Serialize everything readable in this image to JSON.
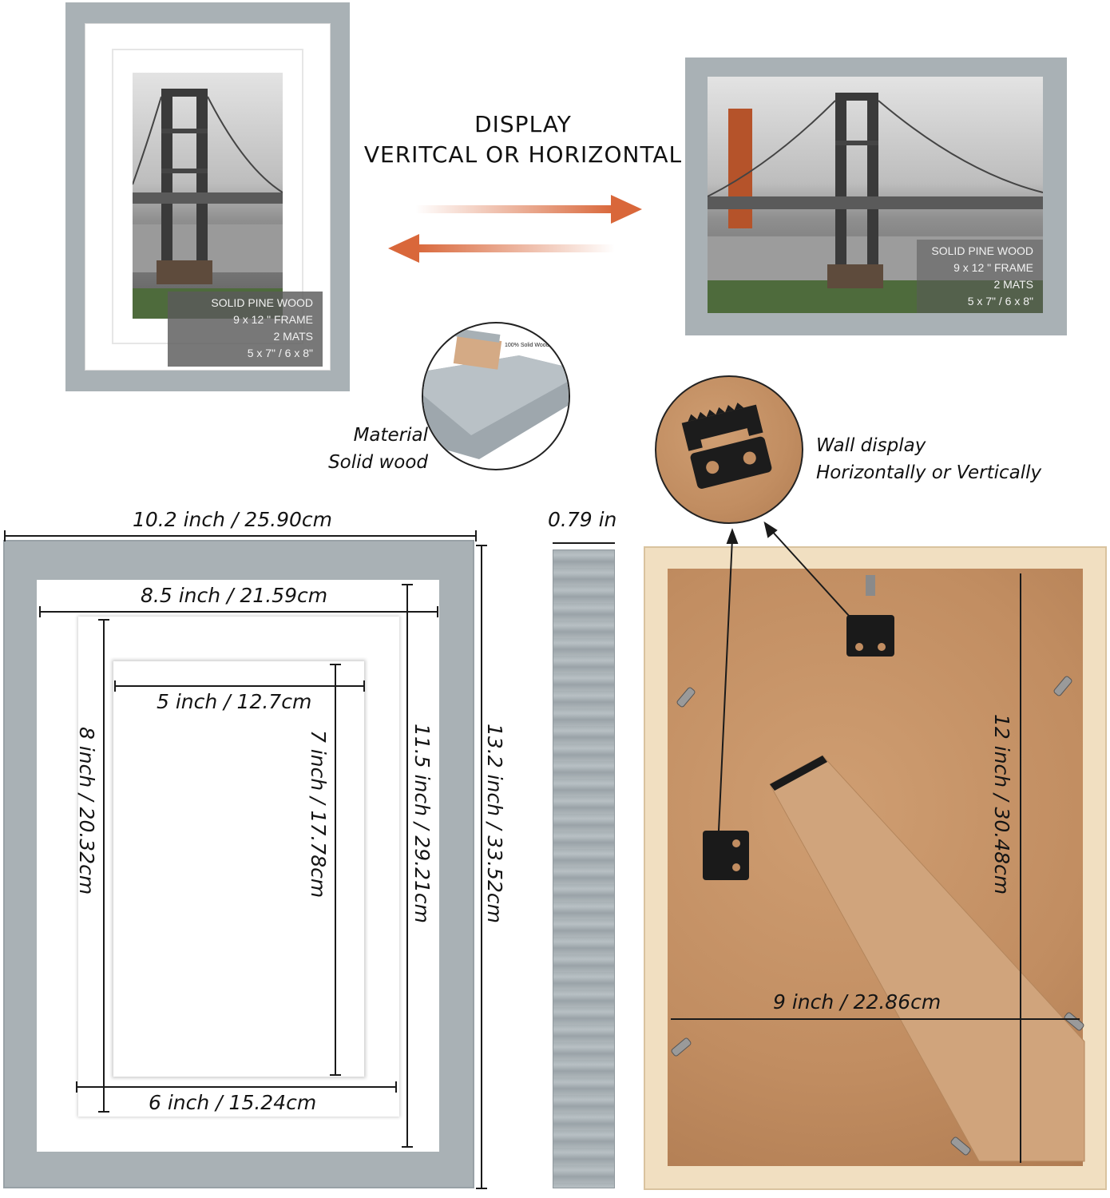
{
  "headline": {
    "line1": "DISPLAY",
    "line2": "VERITCAL OR HORIZONTAL"
  },
  "vertical_frame_label": {
    "line1": "SOLID PINE WOOD",
    "line2": "9 x 12 \" FRAME",
    "line3": "2 MATS",
    "line4": "5 x 7\" / 6 x 8\""
  },
  "horizontal_frame_label": {
    "line1": "SOLID PINE WOOD",
    "line2": "9 x 12 \" FRAME",
    "line3": "2 MATS",
    "line4": "5 x 7\" / 6 x 8\""
  },
  "material": {
    "line1": "Material",
    "line2": "Solid wood",
    "detail_text": "100% Solid Wood"
  },
  "wall_display": {
    "line1": "Wall display",
    "line2": "Horizontally or Vertically"
  },
  "dimensions": {
    "outer_width": "10.2 inch / 25.90cm",
    "mat_width": "8.5 inch / 21.59cm",
    "inner_width": "5 inch / 12.7cm",
    "inner_height": "7 inch / 17.78cm",
    "middle_height": "8 inch / 20.32cm",
    "middle_width": "6 inch / 15.24cm",
    "mat_height": "11.5 inch / 29.21cm",
    "outer_height": "13.2 inch / 33.52cm",
    "depth": "0.79 in",
    "back_height": "12 inch / 30.48cm",
    "back_width": "9 inch / 22.86cm"
  },
  "colors": {
    "frame": "#a9b1b5",
    "arrow": "#d9673a",
    "kraft": "#c18d61",
    "pine": "#f1dfc1"
  }
}
